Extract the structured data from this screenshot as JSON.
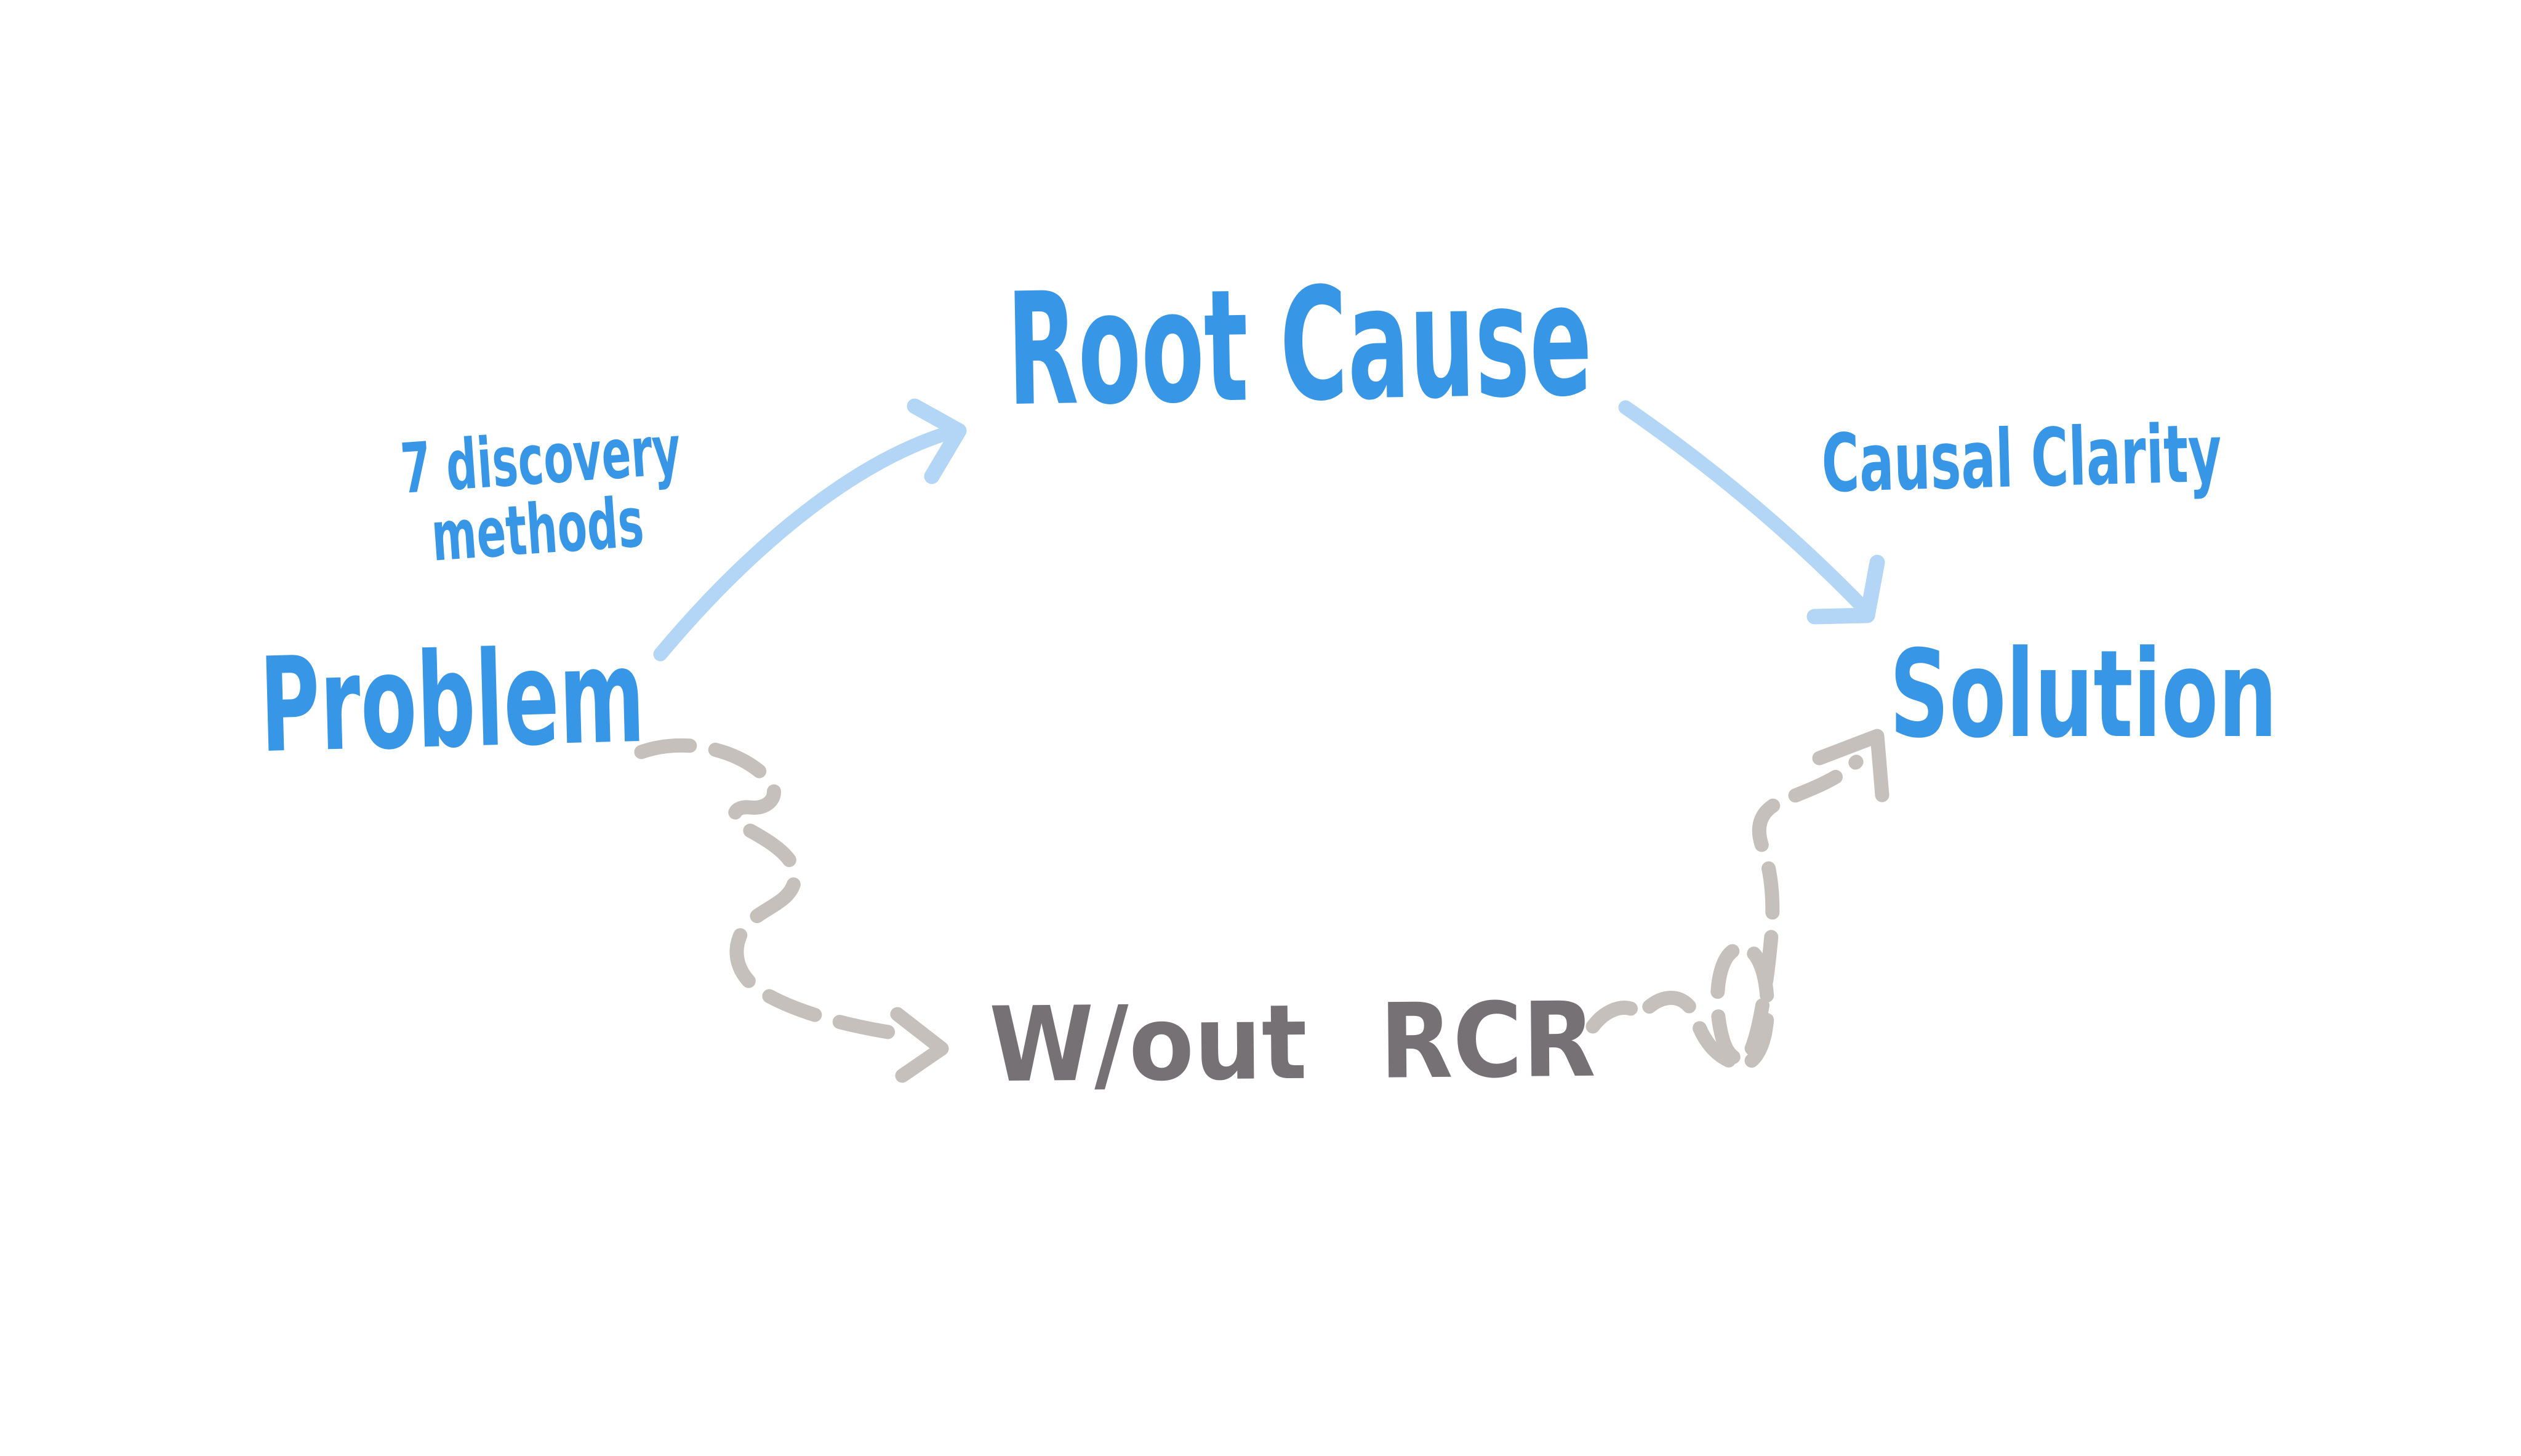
{
  "canvas": {
    "background_color": "#ffffff"
  },
  "palette": {
    "node_text_blue": "#3896e7",
    "solid_arrow_blue": "#b3d6f6",
    "bypass_text_gray": "#757175",
    "dashed_arrow_gray": "#c6c0bc"
  },
  "nodes": {
    "problem": {
      "label": "Problem"
    },
    "root_cause": {
      "label": "Root Cause"
    },
    "solution": {
      "label": "Solution"
    },
    "without_rcr": {
      "label": "W/out RCR"
    }
  },
  "edges": {
    "problem_to_root_cause": {
      "style": "solid",
      "color": "#b3d6f6",
      "label_line1": "7 discovery",
      "label_line2": "methods"
    },
    "root_cause_to_solution": {
      "style": "solid",
      "color": "#b3d6f6",
      "label": "Causal Clarity"
    },
    "problem_to_without_rcr": {
      "style": "dashed",
      "color": "#c6c0bc"
    },
    "without_rcr_to_solution": {
      "style": "dashed",
      "color": "#c6c0bc"
    }
  }
}
